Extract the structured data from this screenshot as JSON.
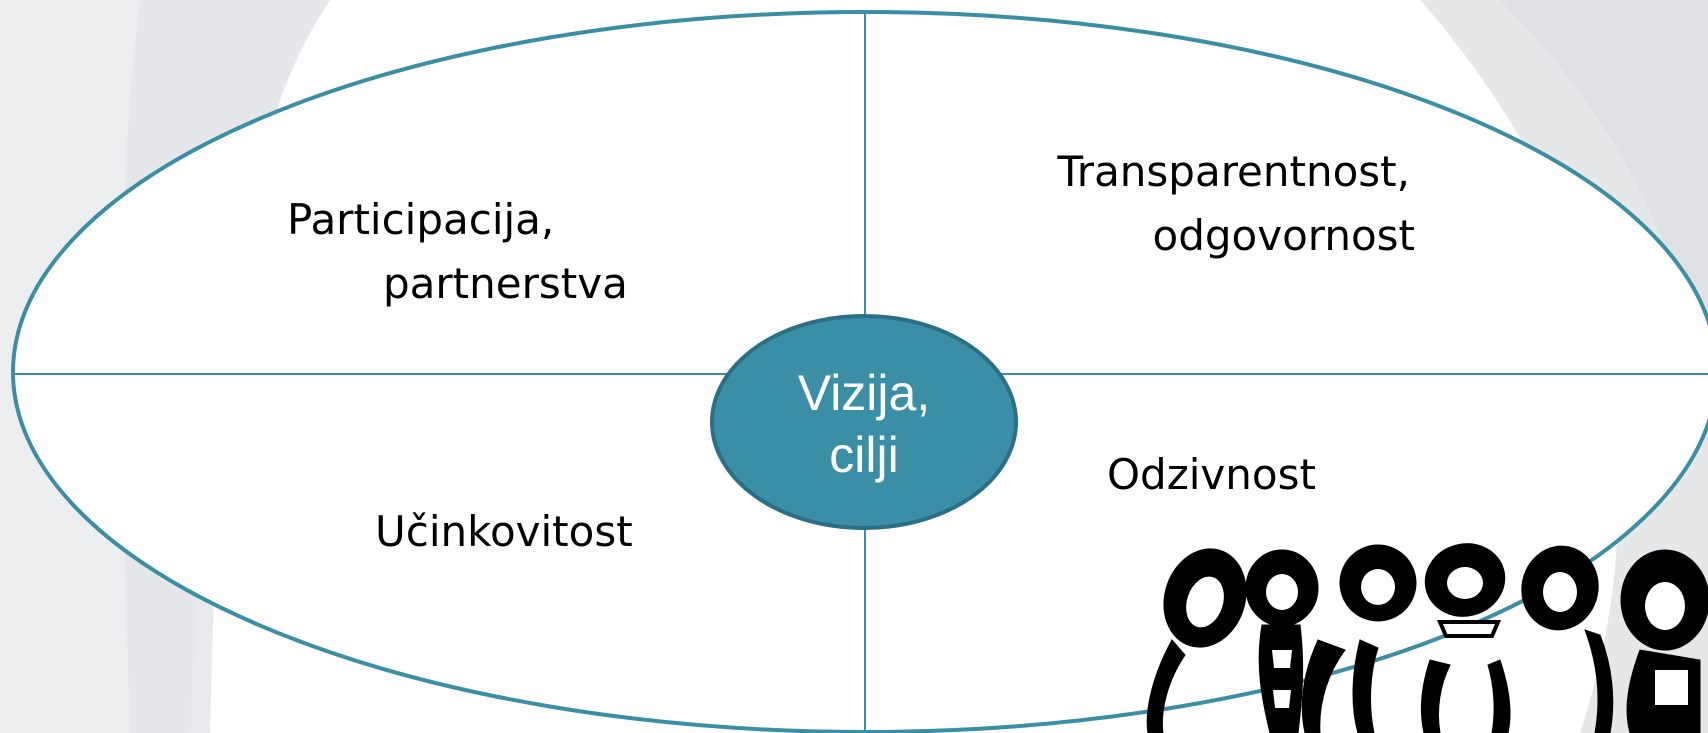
{
  "diagram": {
    "center": {
      "line1": "Vizija,",
      "line2": "cilji"
    },
    "quadrants": {
      "top_left": {
        "line1": "Participacija,",
        "line2": "partnerstva"
      },
      "top_right": {
        "line1": "Transparentnost,",
        "line2": "odgovornost"
      },
      "bottom_left": {
        "label": "Učinkovitost"
      },
      "bottom_right": {
        "label": "Odzivnost"
      }
    }
  },
  "colors": {
    "accent": "#3a8ea5",
    "accent_dark": "#2a6f85",
    "background_swoosh": "#e6e7e9",
    "text": "#000000"
  },
  "icons": {
    "people_illustration": "group-of-people-sketch-icon"
  }
}
